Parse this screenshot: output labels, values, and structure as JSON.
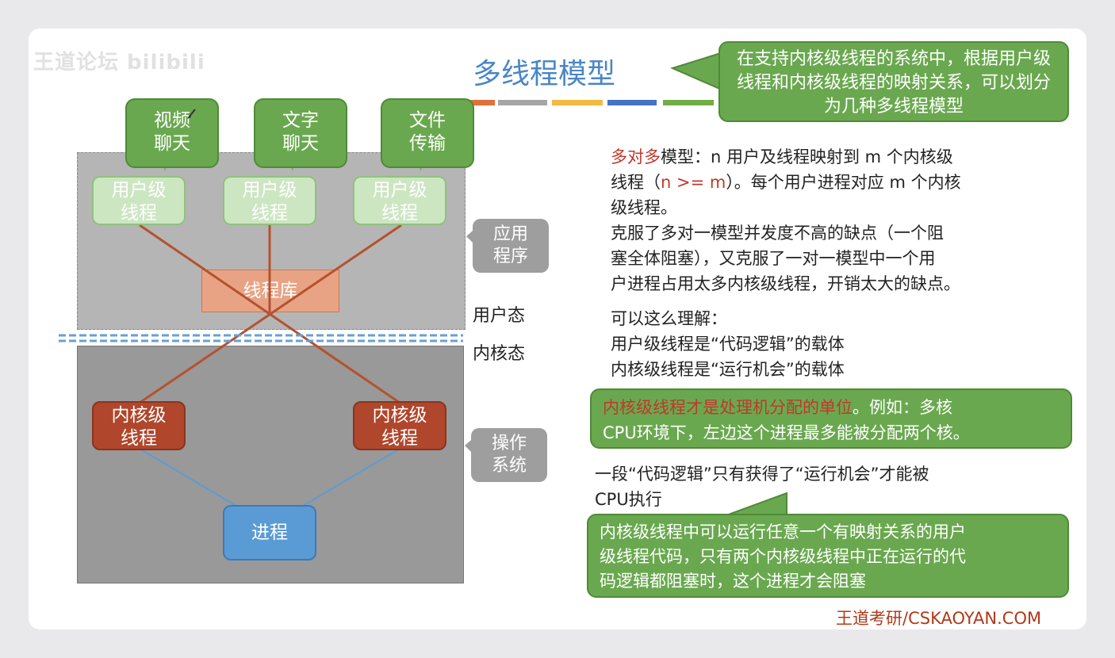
{
  "watermark": "王道论坛 bilibili",
  "title": "多线程模型",
  "title_bar_colors": [
    "#4472c4",
    "#e2703a",
    "#a5a5a5",
    "#f4b942",
    "#4472c4",
    "#70ad47"
  ],
  "top_callout": "在支持内核级线程的系统中，根据用户级线程和内核级线程的映射关系，可以划分为几种多线程模型",
  "apps": [
    {
      "line1": "视频",
      "line2": "聊天"
    },
    {
      "line1": "文字",
      "line2": "聊天"
    },
    {
      "line1": "文件",
      "line2": "传输"
    }
  ],
  "user_threads": [
    {
      "line1": "用户级",
      "line2": "线程"
    },
    {
      "line1": "用户级",
      "line2": "线程"
    },
    {
      "line1": "用户级",
      "line2": "线程"
    }
  ],
  "thread_library": "线程库",
  "app_label": {
    "line1": "应用",
    "line2": "程序"
  },
  "os_label": {
    "line1": "操作",
    "line2": "系统"
  },
  "user_mode": "用户态",
  "kernel_mode": "内核态",
  "kernel_threads": [
    {
      "line1": "内核级",
      "line2": "线程"
    },
    {
      "line1": "内核级",
      "line2": "线程"
    }
  ],
  "process": "进程",
  "desc": {
    "model_name": "多对多",
    "line1_rest": "模型：n 用户及线程映射到 m 个内核级",
    "line2_a": "线程（",
    "line2_red": "n >= m",
    "line2_b": "）。每个用户进程对应 m 个内核",
    "line3": "级线程。",
    "line4": "克服了多对一模型并发度不高的缺点（一个阻",
    "line5": "塞全体阻塞），又克服了一对一模型中一个用",
    "line6": "户进程占用太多内核级线程，开销太大的缺点。"
  },
  "understand": {
    "line1": "可以这么理解：",
    "line2": "用户级线程是“代码逻辑”的载体",
    "line3": "内核级线程是“运行机会”的载体"
  },
  "callout2": {
    "red": "内核级线程才是处理机分配的单位",
    "rest1": "。例如：多核",
    "line2": "CPU环境下，左边这个进程最多能被分配两个核。"
  },
  "segment": {
    "line1": "一段“代码逻辑”只有获得了“运行机会”才能被",
    "line2": "CPU执行"
  },
  "callout3": {
    "line1": "内核级线程中可以运行任意一个有映射关系的用户",
    "line2": "级线程代码，只有两个内核级线程中正在运行的代",
    "line3": "码逻辑都阻塞时，这个进程才会阻塞"
  },
  "footer": "王道考研/CSKAOYAN.COM"
}
